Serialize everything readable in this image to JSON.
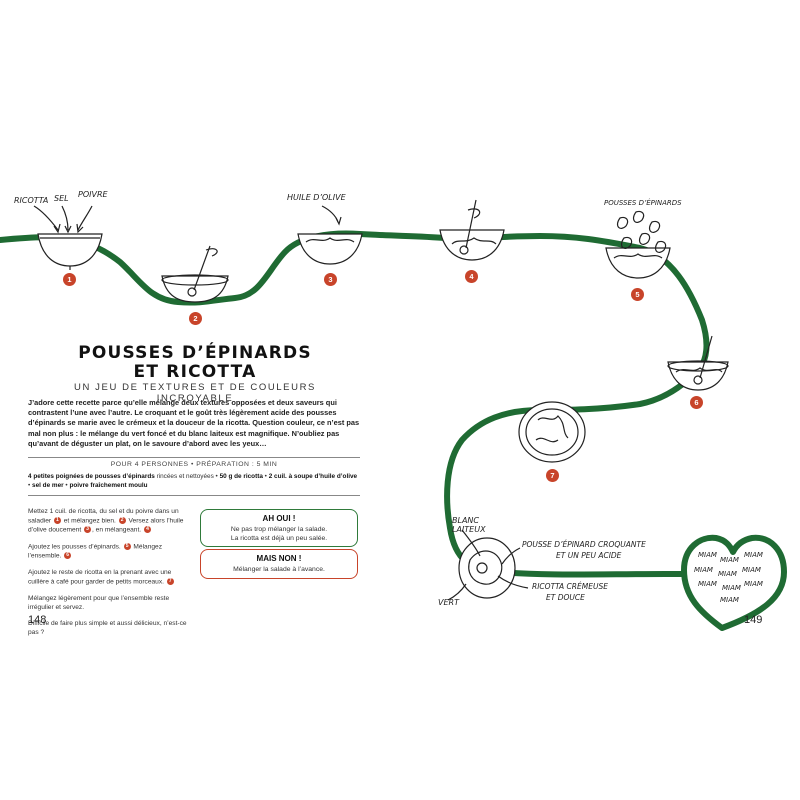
{
  "recipe": {
    "title_line1": "POUSSES D’ÉPINARDS",
    "title_line2": "ET RICOTTA",
    "subtitle": "UN JEU DE TEXTURES ET DE COULEURS INCROYABLE",
    "intro": "J’adore cette recette parce qu’elle mélange deux textures opposées et deux saveurs qui contrastent l’une avec l’autre. Le croquant et le goût très légèrement acide des pousses d’épinards se marie avec le crémeux et la douceur de la ricotta. Question couleur, ce n’est pas mal non plus : le mélange du vert foncé et du blanc laiteux est magnifique. N’oubliez pas qu’avant de déguster un plat, on le savoure d’abord avec les yeux…",
    "meta": "POUR 4 PERSONNES • PRÉPARATION : 5 MIN",
    "ingredients": {
      "i1_bold": "4 petites poignées de pousses d’épinards",
      "i1_rest": " rincées et nettoyées • ",
      "i2_bold": "50 g de ricotta",
      "i2_rest": " • ",
      "i3_bold": "2 cuil. à soupe d’huile d’olive",
      "i3_rest": " • ",
      "i4_bold": "sel de mer",
      "i4_rest": " • ",
      "i5_bold": "poivre fraîchement moulu"
    },
    "steps": {
      "s1a": "Mettez 1 cuil. de ricotta, du sel et du poivre dans un saladier ",
      "s1b": " et mélangez bien. ",
      "s1c": " Versez alors l’huile d’olive doucement ",
      "s1d": ", en mélangeant. ",
      "s2a": "Ajoutez les pousses d’épinards. ",
      "s2b": " Mélangez l’ensemble. ",
      "s3a": "Ajoutez le reste de ricotta en la prenant avec une cuillère à café pour garder de petits morceaux. ",
      "s4": "Mélangez légèrement pour que l’ensemble reste irrégulier et servez.",
      "s5": "Difficile de faire plus simple et aussi délicieux, n’est-ce pas ?"
    },
    "tip_yes": {
      "title": "AH OUI !",
      "line1": "Ne pas trop mélanger la salade.",
      "line2": "La ricotta est déjà un peu salée."
    },
    "tip_no": {
      "title": "MAIS NON !",
      "line1": "Mélanger la salade à l’avance."
    }
  },
  "pages": {
    "left": "148",
    "right": "149"
  },
  "labels": {
    "ricotta": "RICOTTA",
    "sel": "SEL",
    "poivre": "POIVRE",
    "huile": "HUILE D’OLIVE",
    "pousses": "POUSSES D’ÉPINARDS",
    "blanc": "BLANC",
    "laiteux": "LAITEUX",
    "vert": "VERT",
    "croquante1": "POUSSE D’ÉPINARD CROQUANTE",
    "croquante2": "ET UN PEU ACIDE",
    "cremeuse1": "RICOTTA CRÉMEUSE",
    "cremeuse2": "ET DOUCE"
  },
  "step_numbers": [
    "1",
    "2",
    "3",
    "4",
    "5",
    "6",
    "7"
  ],
  "heart_words": [
    "MIAM",
    "MIAM",
    "MIAM",
    "MIAM",
    "MIAM",
    "MIAM",
    "MIAM",
    "MIAM",
    "MIAM",
    "MIAM"
  ],
  "colors": {
    "path_green": "#1f6b33",
    "badge_red": "#c8442a",
    "tip_green": "#2f7a3a"
  }
}
